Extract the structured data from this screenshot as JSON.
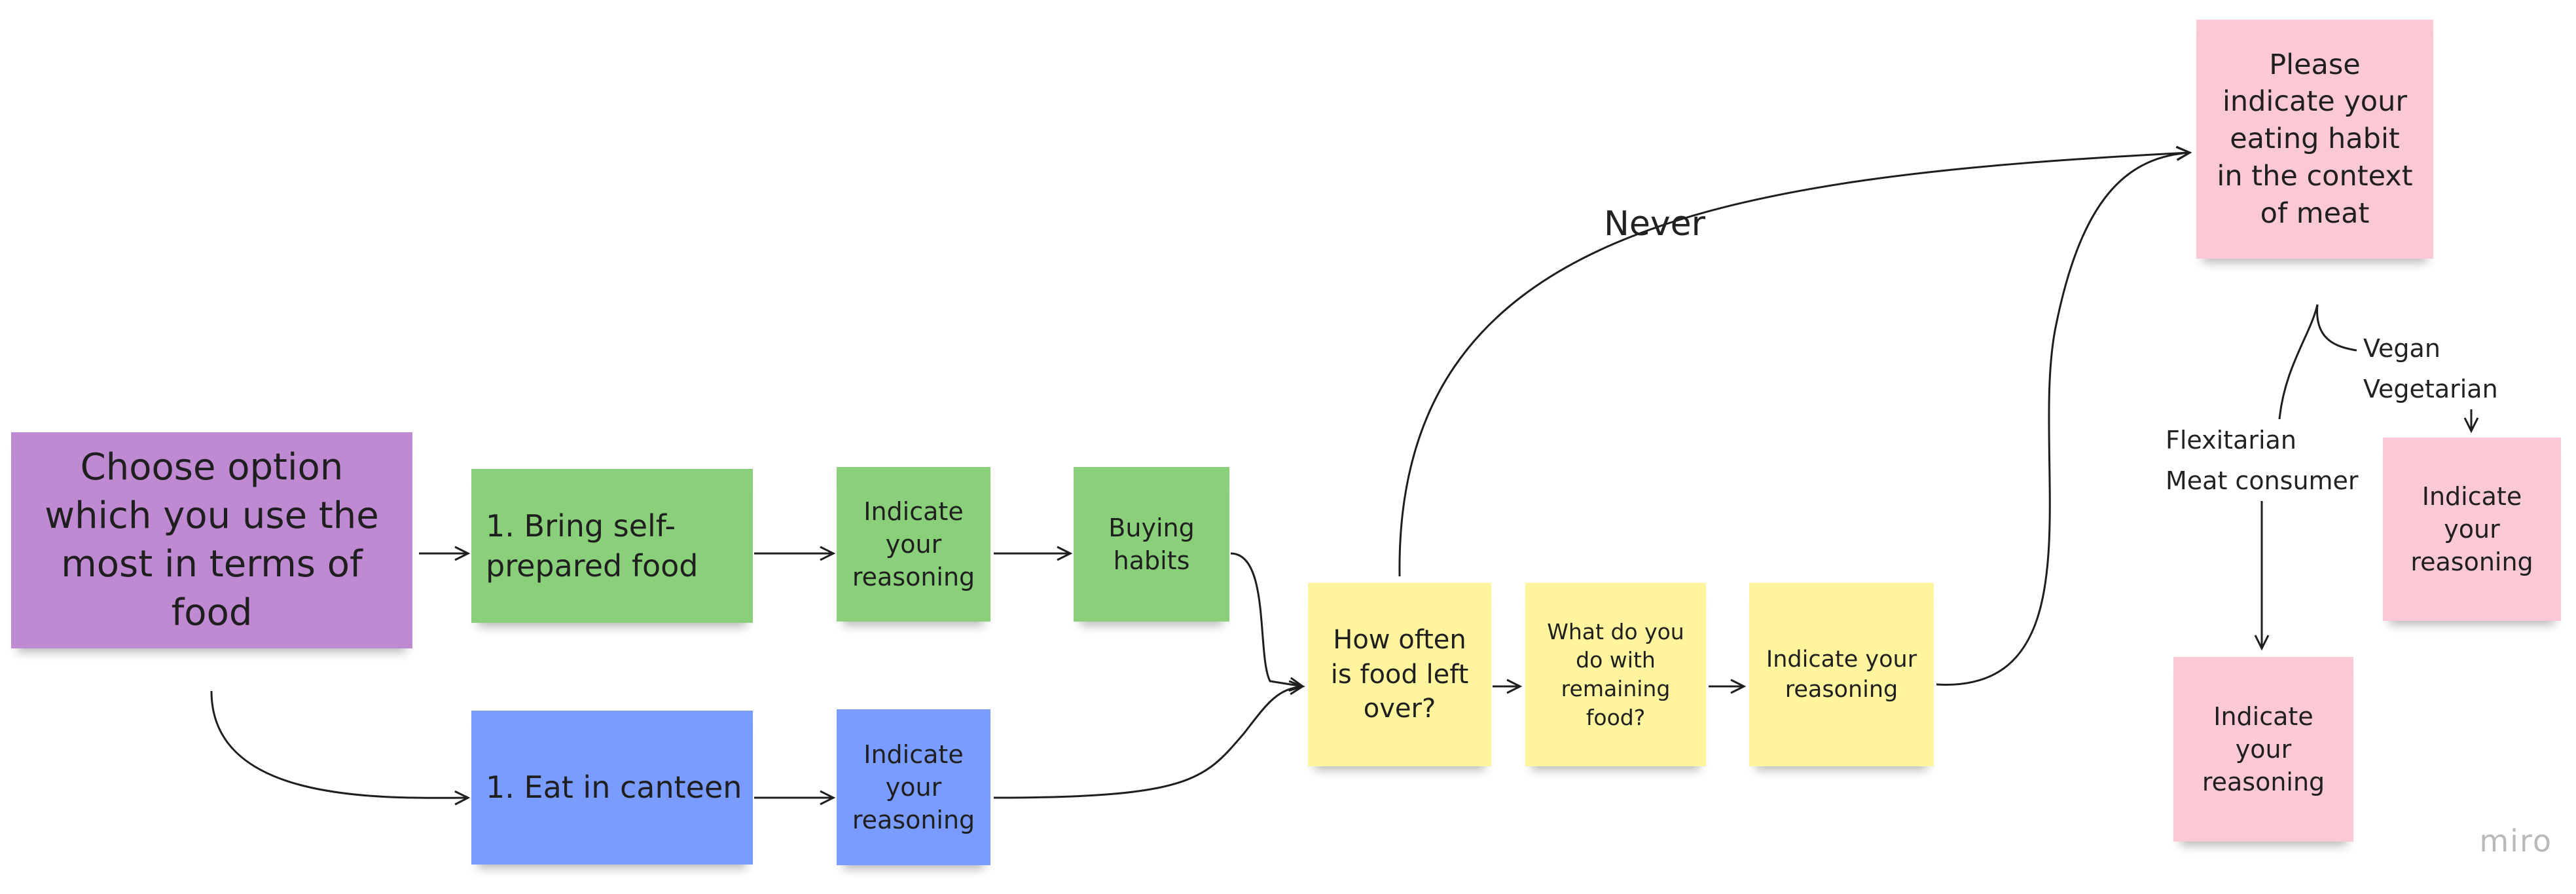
{
  "nodes": {
    "choose_option": "Choose option\nwhich you use the\nmost in terms of\nfood",
    "bring_self_prepared": "1. Bring self-\nprepared food",
    "green_reasoning": "Indicate\nyour\nreasoning",
    "buying_habits": "Buying\nhabits",
    "eat_in_canteen": "1. Eat in canteen",
    "blue_reasoning": "Indicate\nyour\nreasoning",
    "how_often_left_over": "How often\nis food left\nover?",
    "what_do_you_do": "What do you\ndo with\nremaining\nfood?",
    "yellow_reasoning": "Indicate your\nreasoning",
    "eating_habit_meat": "Please\nindicate your\neating habit\nin the context\nof meat",
    "pink_reasoning_right": "Indicate\nyour\nreasoning",
    "pink_reasoning_bottom": "Indicate\nyour\nreasoning"
  },
  "edge_labels": {
    "never": "Never",
    "vegan": "Vegan",
    "vegetarian": "Vegetarian",
    "flexitarian": "Flexitarian",
    "meat_consumer": "Meat consumer"
  },
  "branding": {
    "logo_text": "miro"
  },
  "colors": {
    "purple": "#c08ad3",
    "green": "#8ad07a",
    "blue": "#7a9cff",
    "yellow": "#fff59e",
    "pink": "#fbc8d6",
    "connector": "#1e1e1e"
  }
}
